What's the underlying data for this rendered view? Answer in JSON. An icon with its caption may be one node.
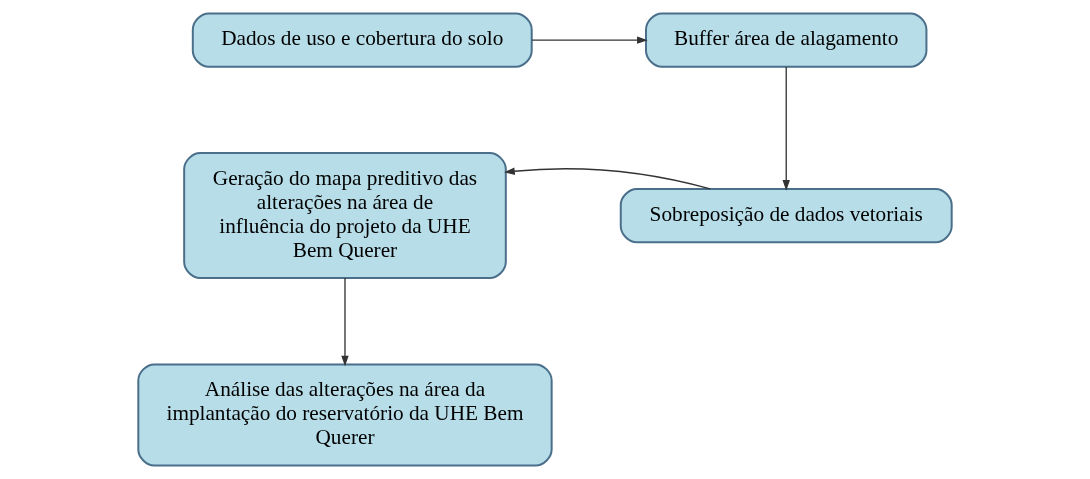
{
  "diagram": {
    "nodes": [
      {
        "text": [
          "Dados de uso e cobertura do solo"
        ]
      },
      {
        "text": [
          "Buffer área de alagamento"
        ]
      },
      {
        "text": [
          "Sobreposição de dados vetoriais"
        ]
      },
      {
        "text": [
          "Geração do mapa preditivo das alterações na área de influência do projeto da UHE Bem Querer"
        ]
      },
      {
        "text": [
          "Análise das alterações na área da implantação do reservatório da UHE Bem Querer"
        ]
      }
    ],
    "edges": [
      {
        "from": 0,
        "to": 1,
        "arrow": "to"
      },
      {
        "from": 1,
        "to": 2,
        "arrow": "to"
      },
      {
        "from": 2,
        "to": 3,
        "arrow": "to"
      },
      {
        "from": 3,
        "to": 4,
        "arrow": "to"
      }
    ]
  }
}
